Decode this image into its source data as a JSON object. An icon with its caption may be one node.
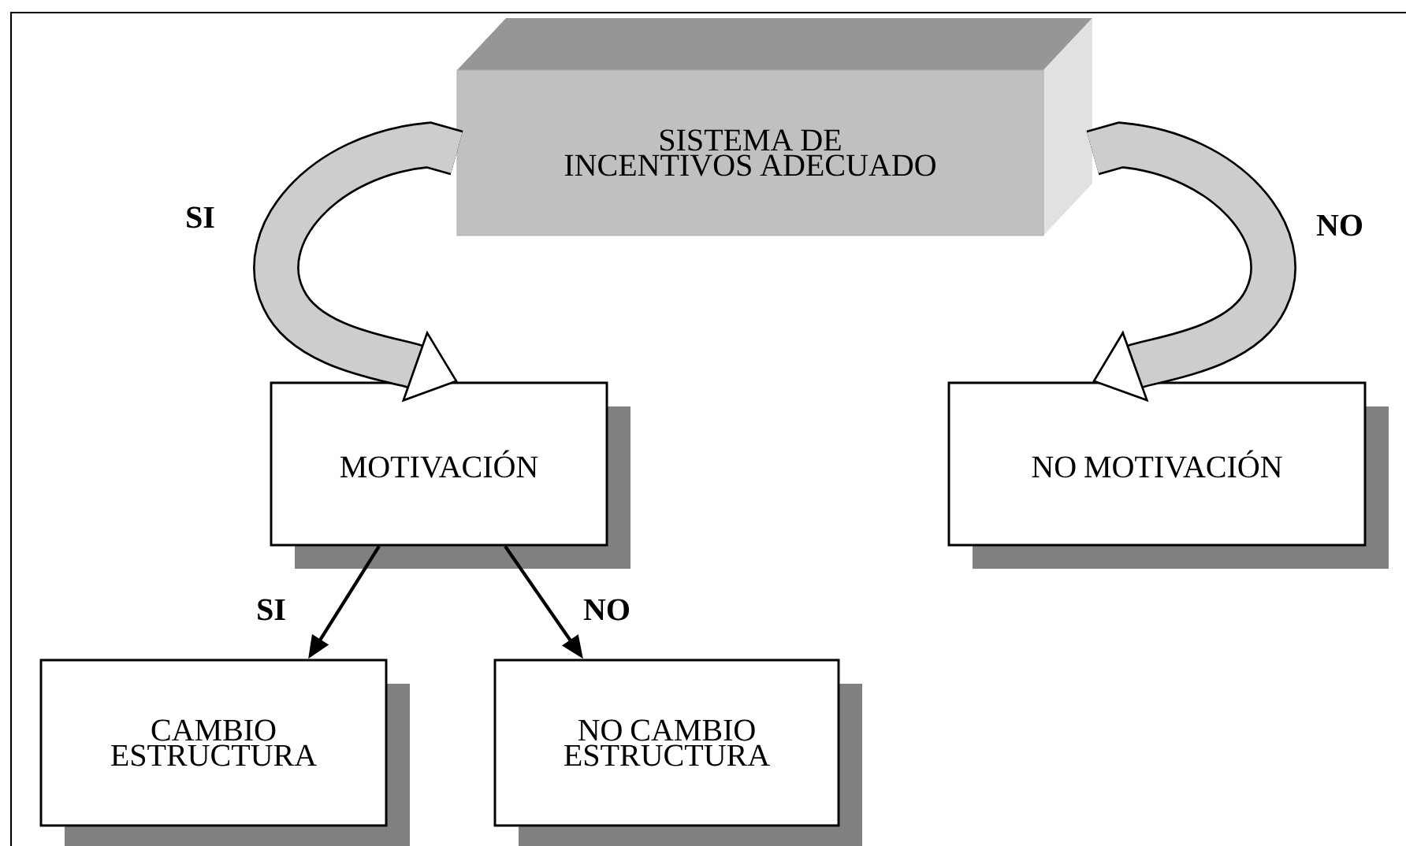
{
  "diagram": {
    "nodes": [
      {
        "text": [
          "SISTEMA DE INCENTIVOS ADECUADO"
        ]
      },
      {
        "text": [
          "MOTIVACIÓN"
        ]
      },
      {
        "text": [
          "NO MOTIVACIÓN"
        ]
      },
      {
        "text": [
          "CAMBIO ESTRUCTURA"
        ]
      },
      {
        "text": [
          "NO CAMBIO ESTRUCTURA"
        ]
      }
    ],
    "edges": [
      {
        "from": 0,
        "to": 1,
        "arrow": "to",
        "label": "SI",
        "style": "thick"
      },
      {
        "from": 0,
        "to": 2,
        "arrow": "to",
        "label": "NO",
        "style": "thick"
      },
      {
        "from": 1,
        "to": 3,
        "arrow": "to",
        "label": "SI"
      },
      {
        "from": 1,
        "to": 4,
        "arrow": "to",
        "label": "NO"
      }
    ]
  }
}
